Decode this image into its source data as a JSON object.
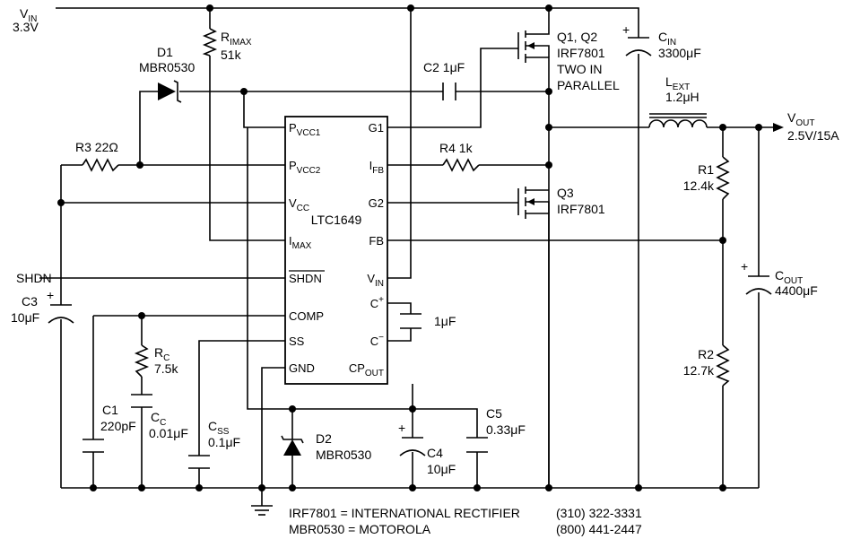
{
  "supply": {
    "name": "V",
    "sub": "IN",
    "value": "3.3V"
  },
  "shdn_label": "SHDN",
  "ic": {
    "name": "LTC1649",
    "left_pins": [
      {
        "main": "P",
        "sub": "VCC1"
      },
      {
        "main": "P",
        "sub": "VCC2"
      },
      {
        "main": "V",
        "sub": "CC"
      },
      {
        "main": "I",
        "sub": "MAX"
      },
      {
        "main": "SHDN",
        "sub": ""
      },
      {
        "main": "COMP",
        "sub": ""
      },
      {
        "main": "SS",
        "sub": ""
      },
      {
        "main": "GND",
        "sub": ""
      }
    ],
    "right_pins": [
      {
        "main": "G1",
        "sub": ""
      },
      {
        "main": "I",
        "sub": "FB"
      },
      {
        "main": "G2",
        "sub": ""
      },
      {
        "main": "FB",
        "sub": ""
      },
      {
        "main": "V",
        "sub": "IN"
      },
      {
        "main": "C",
        "sup": "+"
      },
      {
        "main": "C",
        "sup": "−"
      },
      {
        "main": "CP",
        "sub": "OUT"
      }
    ]
  },
  "components": {
    "rimax": {
      "name": "R",
      "sub": "IMAX",
      "value": "51k"
    },
    "d1": {
      "name": "D1",
      "value": "MBR0530"
    },
    "r3": {
      "label": "R3 22Ω"
    },
    "c2": {
      "label": "C2 1μF"
    },
    "q1": {
      "line1": "Q1, Q2",
      "line2": "IRF7801",
      "line3": "TWO IN",
      "line4": "PARALLEL"
    },
    "cin": {
      "name": "C",
      "sub": "IN",
      "value": "3300μF"
    },
    "lext": {
      "name": "L",
      "sub": "EXT",
      "value": "1.2μH"
    },
    "vout": {
      "name": "V",
      "sub": "OUT",
      "value": "2.5V/15A"
    },
    "r4": {
      "label": "R4 1k"
    },
    "q3": {
      "name": "Q3",
      "value": "IRF7801"
    },
    "r1": {
      "name": "R1",
      "value": "12.4k"
    },
    "cout": {
      "name": "C",
      "sub": "OUT",
      "value": "4400μF"
    },
    "r2": {
      "name": "R2",
      "value": "12.7k"
    },
    "c3": {
      "name": "C3",
      "value": "10μF"
    },
    "rc": {
      "name": "R",
      "sub": "C",
      "value": "7.5k"
    },
    "cc": {
      "name": "C",
      "sub": "C",
      "value": "0.01μF"
    },
    "c1": {
      "name": "C1",
      "value": "220pF"
    },
    "css": {
      "name": "C",
      "sub": "SS",
      "value": "0.1μF"
    },
    "d2": {
      "name": "D2",
      "value": "MBR0530"
    },
    "cfly": {
      "value": "1μF"
    },
    "c4": {
      "name": "C4",
      "value": "10μF"
    },
    "c5": {
      "name": "C5",
      "value": "0.33μF"
    }
  },
  "notes": [
    {
      "text": "IRF7801 = INTERNATIONAL RECTIFIER",
      "phone": "(310) 322-3331"
    },
    {
      "text": "MBR0530 = MOTOROLA",
      "phone": "(800) 441-2447"
    }
  ]
}
